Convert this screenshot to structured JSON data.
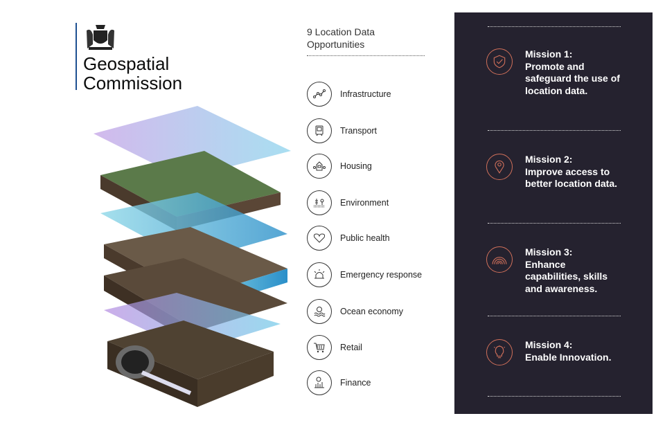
{
  "brand": {
    "line1": "Geospatial",
    "line2": "Commission"
  },
  "opportunities": {
    "title": "9 Location Data Opportunities",
    "items": [
      {
        "label": "Infrastructure",
        "icon": "infrastructure-icon"
      },
      {
        "label": "Transport",
        "icon": "train-icon"
      },
      {
        "label": "Housing",
        "icon": "house-icon"
      },
      {
        "label": "Environment",
        "icon": "tree-icon"
      },
      {
        "label": "Public health",
        "icon": "heart-icon"
      },
      {
        "label": "Emergency response",
        "icon": "siren-icon"
      },
      {
        "label": "Ocean economy",
        "icon": "waves-coin-icon"
      },
      {
        "label": "Retail",
        "icon": "cart-icon"
      },
      {
        "label": "Finance",
        "icon": "chart-coin-icon"
      }
    ]
  },
  "missions": [
    {
      "title": "Mission 1:",
      "text": "Promote and safeguard the use of location data.",
      "icon": "shield-check-icon"
    },
    {
      "title": "Mission 2:",
      "text": "Improve access to better location data.",
      "icon": "location-pin-icon"
    },
    {
      "title": "Mission 3:",
      "text": "Enhance capabilities, skills and awareness.",
      "icon": "concentric-arcs-icon"
    },
    {
      "title": "Mission 4:",
      "text": "Enable Innovation.",
      "icon": "lightbulb-icon"
    }
  ],
  "colors": {
    "panel": "#25222f",
    "accent": "#d0705a",
    "logo_bar": "#1d4f91"
  }
}
